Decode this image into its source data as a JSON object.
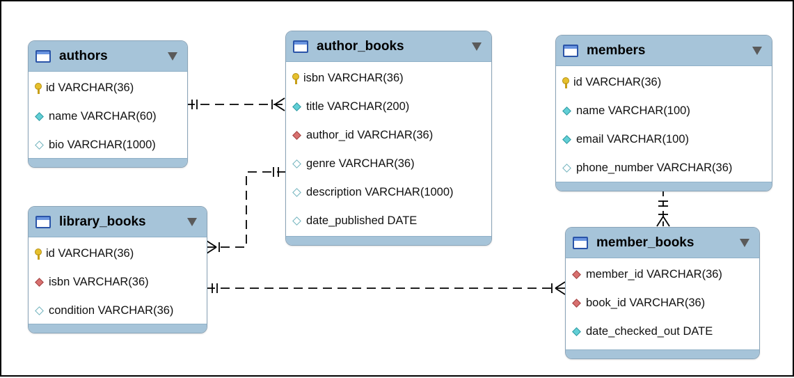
{
  "tables": {
    "authors": {
      "name": "authors",
      "rows": [
        {
          "icon": "primary-key-icon",
          "text": "id VARCHAR(36)"
        },
        {
          "icon": "not-null-column-icon",
          "text": "name VARCHAR(60)"
        },
        {
          "icon": "nullable-column-icon",
          "text": "bio VARCHAR(1000)"
        }
      ]
    },
    "author_books": {
      "name": "author_books",
      "rows": [
        {
          "icon": "primary-key-icon",
          "text": "isbn VARCHAR(36)"
        },
        {
          "icon": "not-null-column-icon",
          "text": "title VARCHAR(200)"
        },
        {
          "icon": "foreign-key-icon",
          "text": "author_id VARCHAR(36)"
        },
        {
          "icon": "nullable-column-icon",
          "text": "genre VARCHAR(36)"
        },
        {
          "icon": "nullable-column-icon",
          "text": "description VARCHAR(1000)"
        },
        {
          "icon": "nullable-column-icon",
          "text": "date_published DATE"
        }
      ]
    },
    "members": {
      "name": "members",
      "rows": [
        {
          "icon": "primary-key-icon",
          "text": "id VARCHAR(36)"
        },
        {
          "icon": "not-null-column-icon",
          "text": "name VARCHAR(100)"
        },
        {
          "icon": "not-null-column-icon",
          "text": "email VARCHAR(100)"
        },
        {
          "icon": "nullable-column-icon",
          "text": "phone_number VARCHAR(36)"
        }
      ]
    },
    "library_books": {
      "name": "library_books",
      "rows": [
        {
          "icon": "primary-key-icon",
          "text": "id VARCHAR(36)"
        },
        {
          "icon": "foreign-key-icon",
          "text": "isbn VARCHAR(36)"
        },
        {
          "icon": "nullable-column-icon",
          "text": "condition VARCHAR(36)"
        }
      ]
    },
    "member_books": {
      "name": "member_books",
      "rows": [
        {
          "icon": "foreign-key-icon",
          "text": "member_id VARCHAR(36)"
        },
        {
          "icon": "foreign-key-icon",
          "text": "book_id VARCHAR(36)"
        },
        {
          "icon": "not-null-column-icon",
          "text": "date_checked_out DATE"
        }
      ]
    }
  },
  "relationships": [
    {
      "from": "authors",
      "to": "author_books",
      "from_end": "one",
      "to_end": "many"
    },
    {
      "from": "author_books",
      "to": "library_books",
      "from_end": "one",
      "to_end": "many"
    },
    {
      "from": "library_books",
      "to": "member_books",
      "from_end": "one",
      "to_end": "many"
    },
    {
      "from": "members",
      "to": "member_books",
      "from_end": "one",
      "to_end": "many"
    }
  ],
  "colors": {
    "header": "#a6c4d9",
    "border": "#8aa4b8",
    "primary_key": "#e6c02d",
    "foreign_key": "#d8706f",
    "not_null": "#62cfd6",
    "connector": "#000000"
  }
}
